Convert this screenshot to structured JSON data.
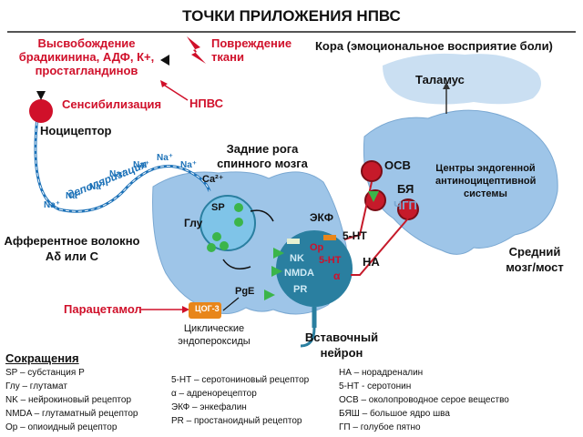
{
  "title": "ТОЧКИ ПРИЛОЖЕНИЯ НПВС",
  "labels": {
    "release": "Высвобождение брадикинина, АДФ, К+, простагландинов",
    "tissue_damage": "Повреждение ткани",
    "cortex": "Кора (эмоциональное восприятие боли)",
    "thalamus": "Таламус",
    "sensitization": "Сенсибилизация",
    "nsaid": "НПВС",
    "nociceptor": "Ноцицептор",
    "dorsal_horns": "Задние рога спинного мозга",
    "depolarization": "деполяризация",
    "afferent": "Афферентное волокно Аδ или С",
    "osv": "ОСВ",
    "byash": "БЯ",
    "ncgp": "ЧГП",
    "centers": "Центры эндогенной антиноцицептивной системы",
    "midbrain": "Средний мозг/мост",
    "paracetamol": "Парацетамол",
    "cox3": "ЦОГ-3",
    "pge": "PgE",
    "cyclic": "Циклические эндопероксиды",
    "interneuron": "Вставочный нейрон",
    "ekf": "ЭКФ",
    "sp": "SP",
    "glu": "Глу",
    "ca": "Ca²⁺",
    "ht5": "5-НТ",
    "na": "НА",
    "nk": "NK",
    "nmda": "NMDA",
    "pr": "PR",
    "op": "Op",
    "ht5a": "5-НТ",
    "alpha": "α",
    "na_ions": [
      "Na⁺",
      "Na⁺",
      "Na⁺",
      "Na⁺",
      "Na⁺",
      "Na⁺",
      "Na⁺"
    ]
  },
  "legend": {
    "title": "Сокращения",
    "col1": [
      "SP – субстанция P",
      "Глу – глутамат",
      "NK – нейрокиновый рецептор",
      "NMDA – глутаматный рецептор",
      "Op – опиоидный рецептор"
    ],
    "col2": [
      "5-НТ – серотониновый рецептор",
      "α – адренорецептор",
      "ЭКФ – энкефалин",
      "PR – простаноидный рецептор"
    ],
    "col3": [
      "НА – норадреналин",
      "5-НТ - серотонин",
      "ОСВ – околопроводное серое вещество",
      "БЯШ – большое ядро шва",
      "ГП – голубое пятно"
    ]
  },
  "colors": {
    "red": "#d0102a",
    "blue": "#1d72b8",
    "brain": "#9ec5e8",
    "neuron_dark": "#2a7fa0",
    "green": "#3bb54a",
    "orange": "#e8861b"
  }
}
